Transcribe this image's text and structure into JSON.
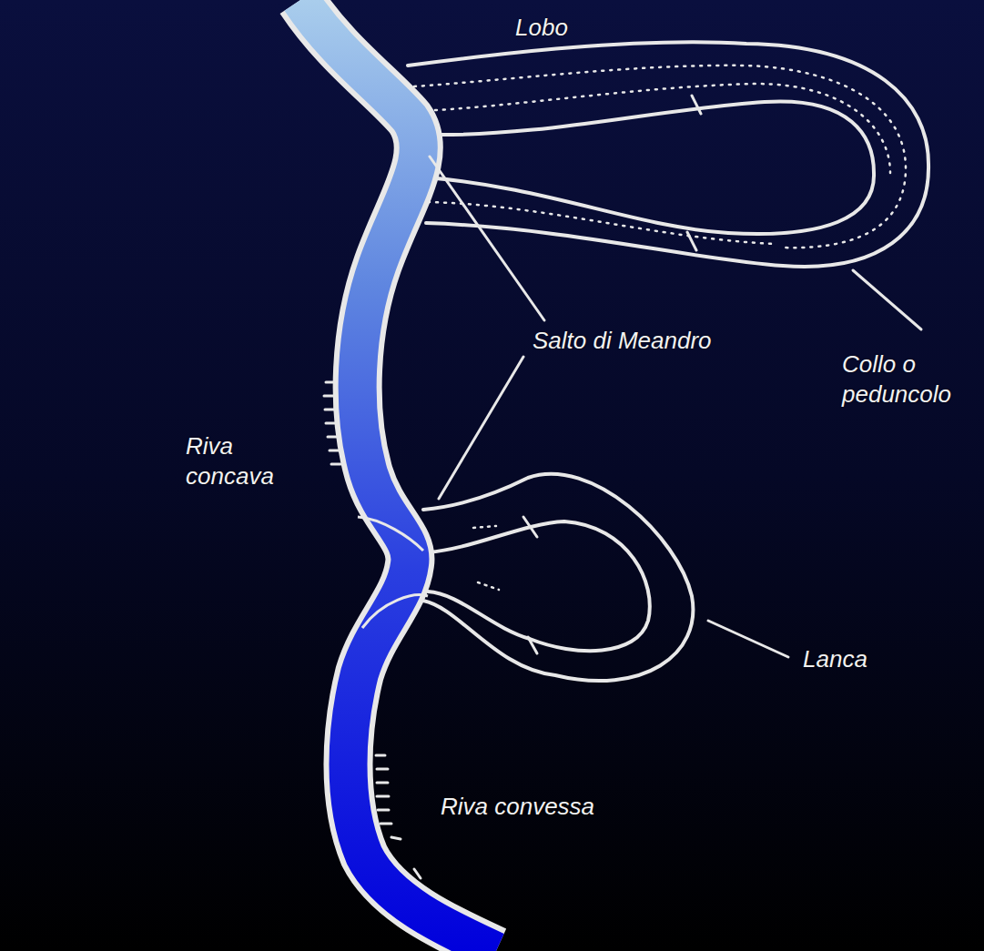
{
  "diagram": {
    "labels": [
      "Lobo",
      "Salto di Meandro",
      "Collo o peduncolo",
      "Riva concava",
      "Lanca",
      "Riva convessa"
    ]
  }
}
